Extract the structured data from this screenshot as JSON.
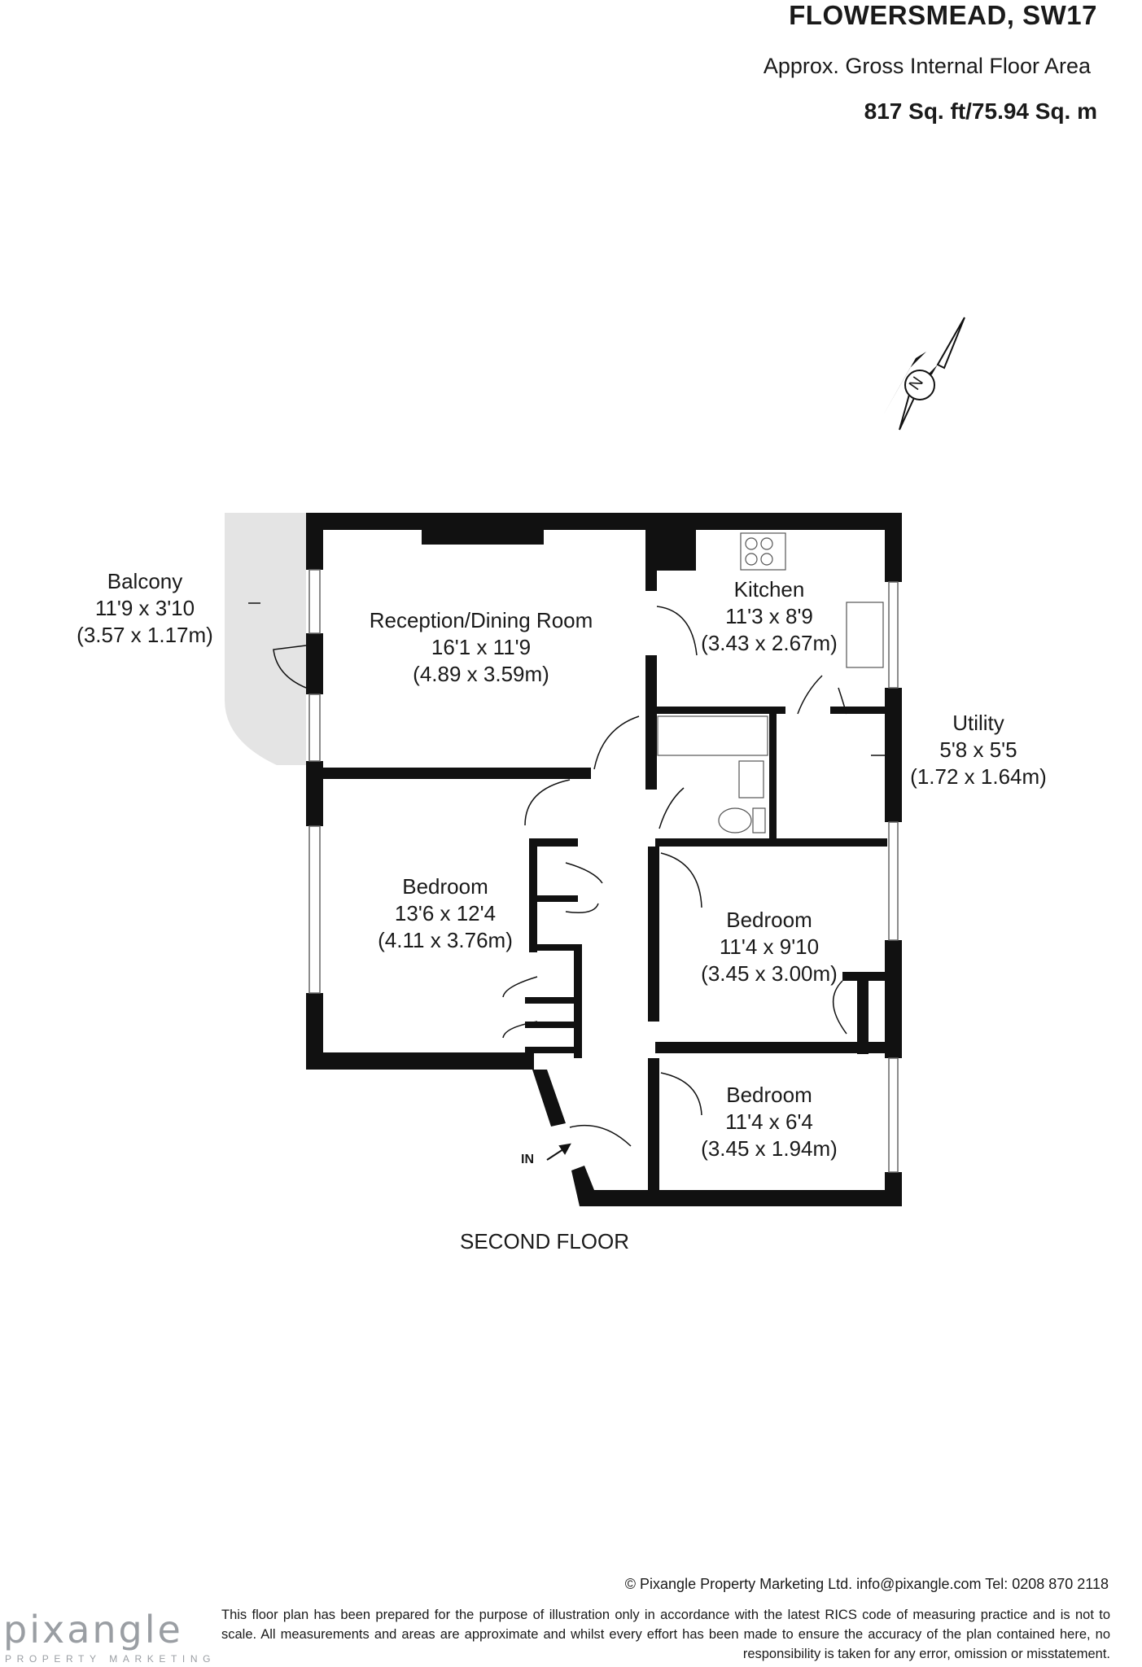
{
  "header": {
    "title": "FLOWERSMEAD, SW17",
    "subtitle": "Approx. Gross Internal Floor Area",
    "area": "817 Sq. ft/75.94 Sq. m"
  },
  "compass": {
    "letter": "N"
  },
  "rooms": {
    "balcony": {
      "name": "Balcony",
      "imperial": "11'9 x 3'10",
      "metric": "(3.57 x 1.17m)"
    },
    "reception": {
      "name": "Reception/Dining Room",
      "imperial": "16'1 x 11'9",
      "metric": "(4.89 x 3.59m)"
    },
    "kitchen": {
      "name": "Kitchen",
      "imperial": "11'3 x 8'9",
      "metric": "(3.43 x 2.67m)"
    },
    "utility": {
      "name": "Utility",
      "imperial": "5'8 x 5'5",
      "metric": "(1.72 x 1.64m)"
    },
    "bedroom1": {
      "name": "Bedroom",
      "imperial": "13'6 x 12'4",
      "metric": "(4.11 x 3.76m)"
    },
    "bedroom2": {
      "name": "Bedroom",
      "imperial": "11'4 x 9'10",
      "metric": "(3.45 x 3.00m)"
    },
    "bedroom3": {
      "name": "Bedroom",
      "imperial": "11'4 x 6'4",
      "metric": "(3.45 x 1.94m)"
    }
  },
  "entrance_label": "IN",
  "floor_label": "SECOND FLOOR",
  "footer": {
    "copyright": "© Pixangle Property Marketing Ltd. info@pixangle.com Tel: 0208 870 2118",
    "disclaimer": "This floor plan has been prepared for the purpose of illustration only in accordance with the latest RICS code of measuring practice and is not to scale. All measurements and areas are approximate and whilst every effort has been made to ensure the accuracy of the plan contained here, no responsibility is taken for any error, omission or misstatement.",
    "brand": "pixangle",
    "brand_sub": "PROPERTY MARKETING"
  },
  "colors": {
    "wall": "#111111",
    "balcony_fill": "#e4e4e4",
    "brand": "#9a9ea3"
  }
}
